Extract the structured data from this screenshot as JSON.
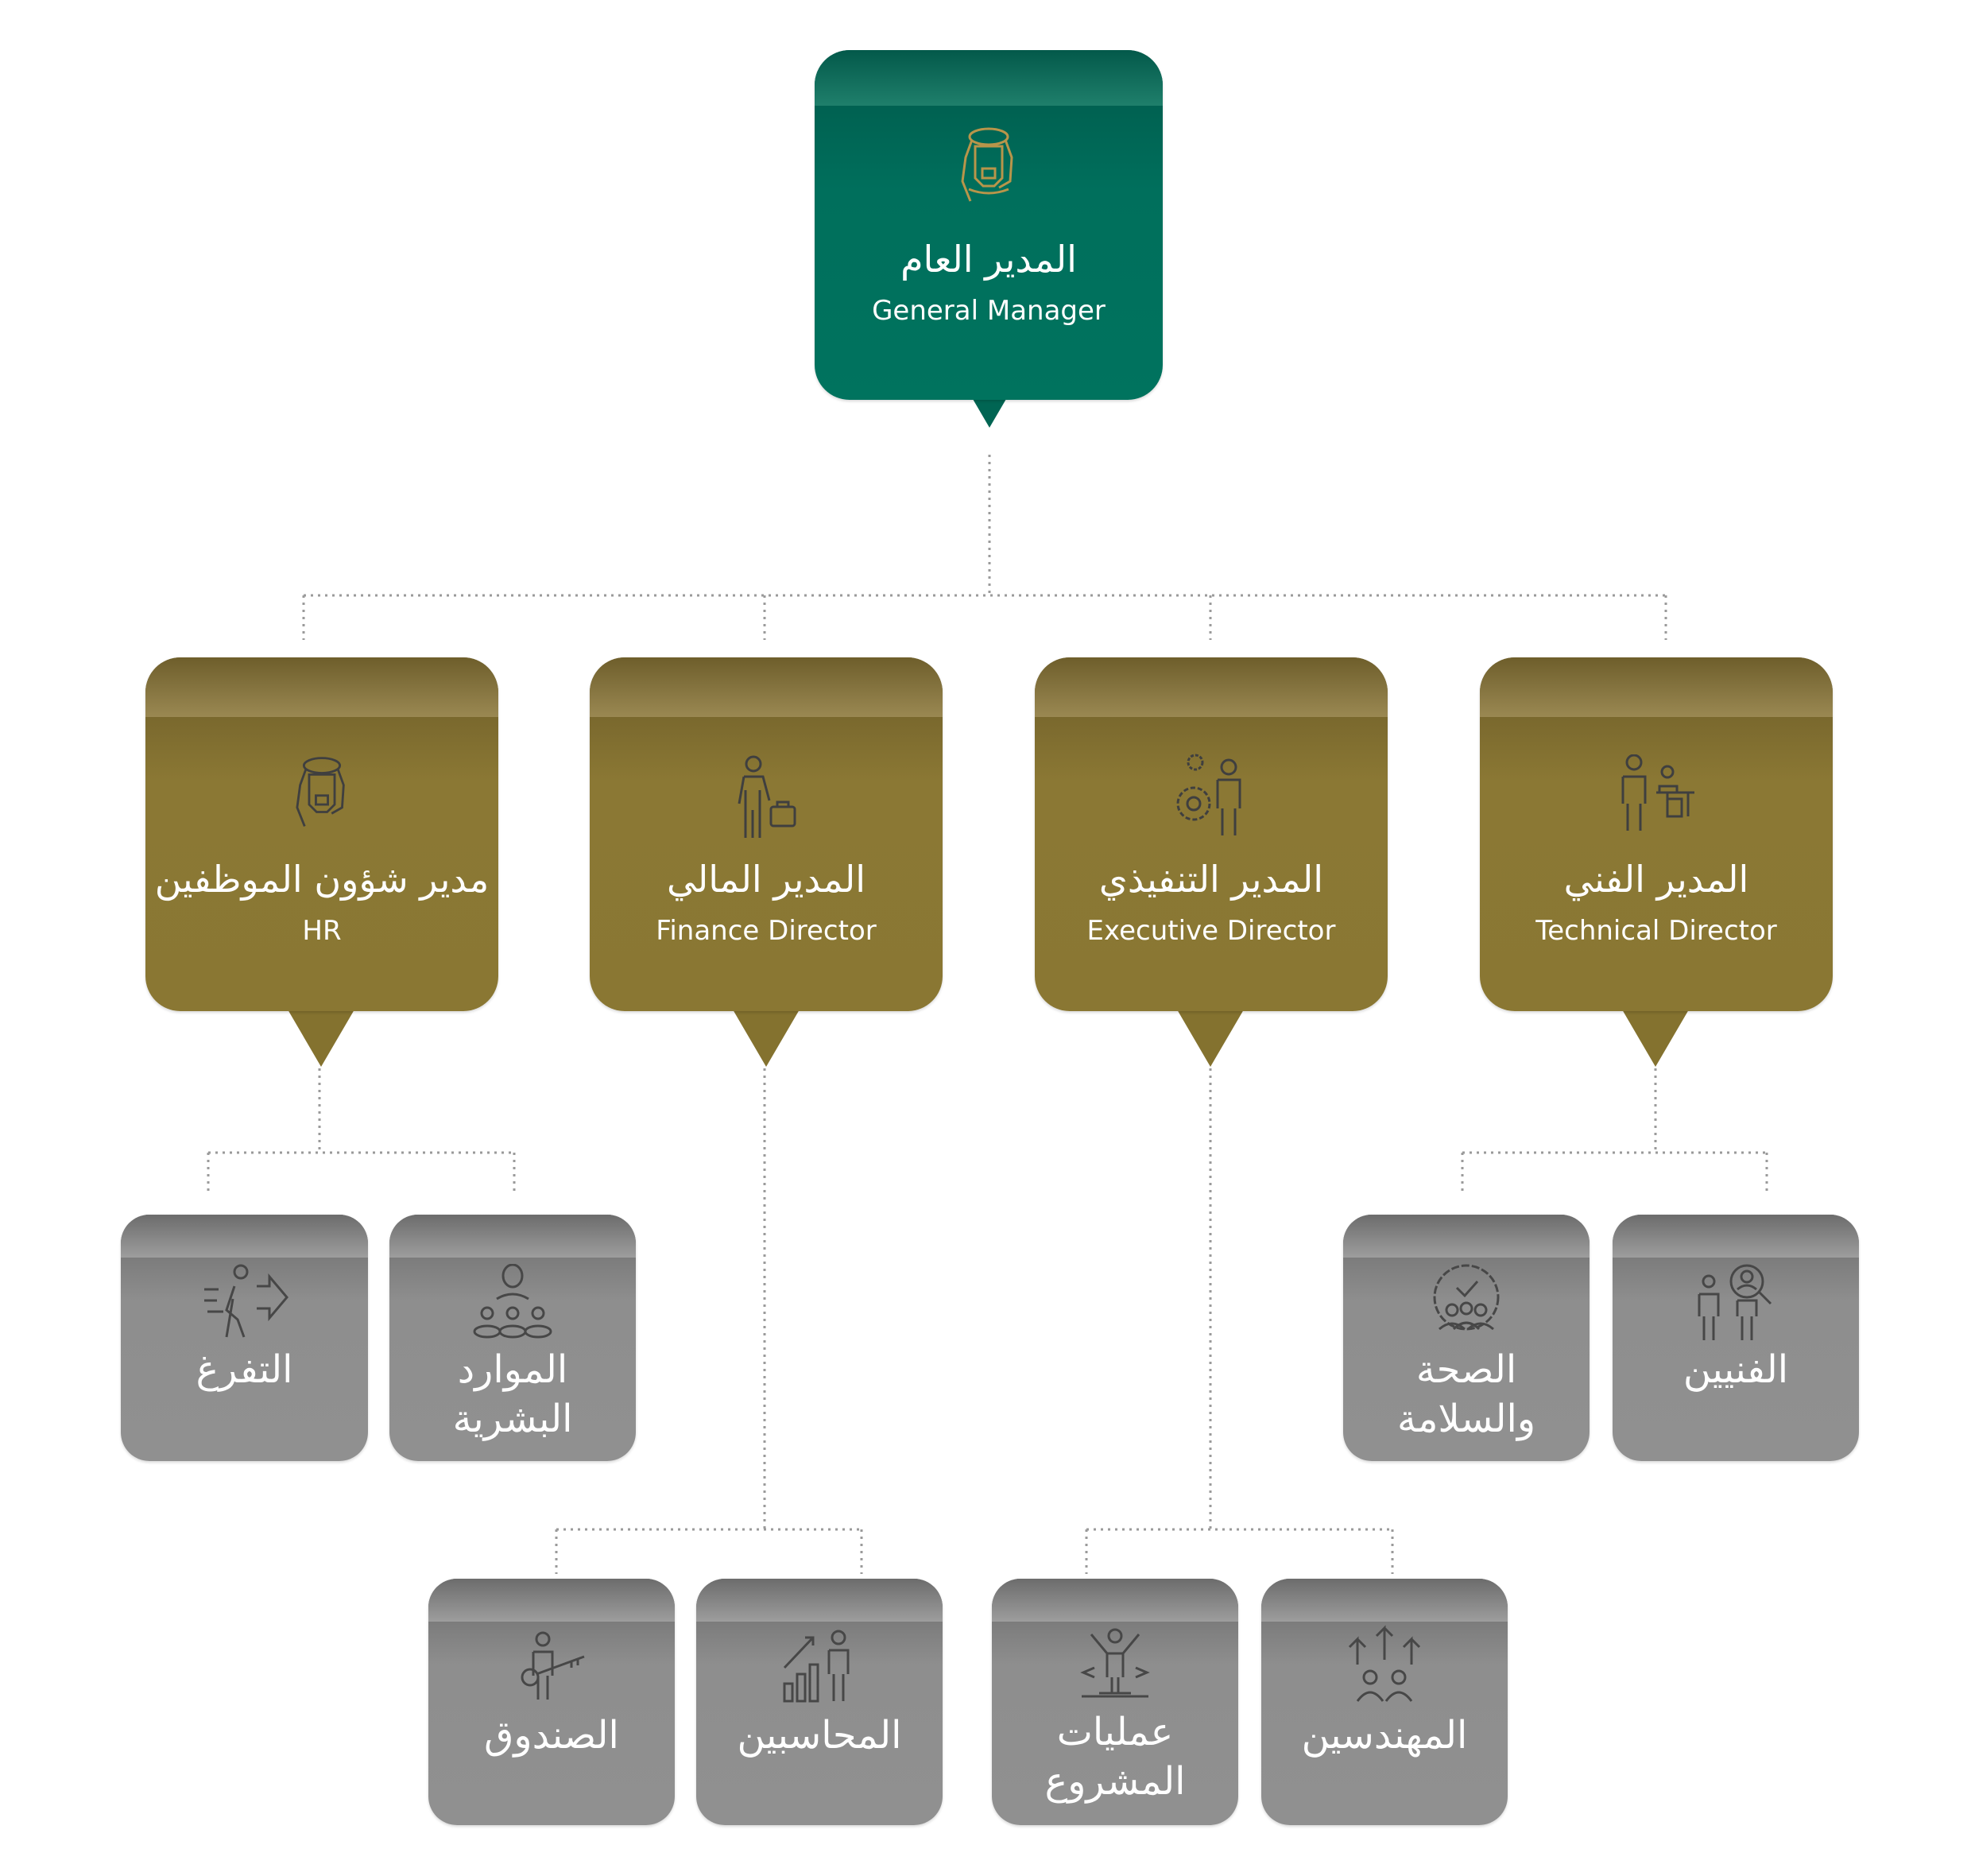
{
  "colors": {
    "green": "#006f5c",
    "gold": "#8a7733",
    "gray": "#909090",
    "icon_gold": "#b8954a",
    "icon_gray": "#4a4a4a",
    "connector": "#9a9a9a"
  },
  "general_manager": {
    "ar": "المدير العام",
    "en": "General Manager",
    "icon": "saudi-man-icon"
  },
  "directors": [
    {
      "ar": "مدير شؤون الموظفين",
      "en": "HR",
      "icon": "saudi-man-icon"
    },
    {
      "ar": "المدير المالي",
      "en": "Finance Director",
      "icon": "person-briefcase-icon"
    },
    {
      "ar": "المدير التنفيذي",
      "en": "Executive Director",
      "icon": "gears-people-icon"
    },
    {
      "ar": "المدير الفني",
      "en": "Technical Director",
      "icon": "person-desk-icon"
    }
  ],
  "units": {
    "hr": [
      {
        "ar": "التفرغ",
        "icon": "running-exit-icon"
      },
      {
        "ar": "الموارد البشرية",
        "icon": "team-icon"
      }
    ],
    "finance": [
      {
        "ar": "الصندوق",
        "icon": "person-key-icon"
      },
      {
        "ar": "المحاسبين",
        "icon": "growth-chart-icon"
      }
    ],
    "executive": [
      {
        "ar": "عمليات المشروع",
        "icon": "celebrating-person-icon"
      },
      {
        "ar": "المهندسين",
        "icon": "engineers-arrows-icon"
      }
    ],
    "technical": [
      {
        "ar": "الصحة والسلامة",
        "icon": "safety-check-icon"
      },
      {
        "ar": "الفنيين",
        "icon": "technician-search-icon"
      }
    ]
  }
}
